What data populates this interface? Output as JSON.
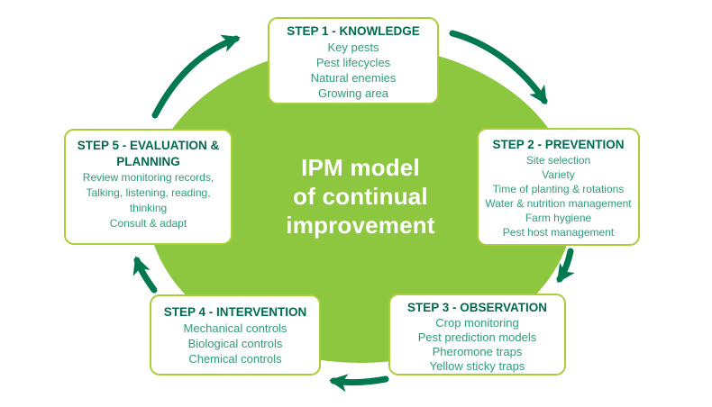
{
  "diagram": {
    "center": {
      "lines": [
        "IPM model",
        "of continual",
        "improvement"
      ]
    },
    "steps": [
      {
        "title": "STEP 1 - KNOWLEDGE",
        "items": [
          "Key pests",
          "Pest lifecycles",
          "Natural enemies",
          "Growing area"
        ]
      },
      {
        "title": "STEP 2 - PREVENTION",
        "items": [
          "Site selection",
          "Variety",
          "Time of planting & rotations",
          "Water & nutrition management",
          "Farm hygiene",
          "Pest host management"
        ]
      },
      {
        "title": "STEP 3 - OBSERVATION",
        "items": [
          "Crop monitoring",
          "Pest prediction models",
          "Pheromone traps",
          "Yellow sticky traps"
        ]
      },
      {
        "title": "STEP 4 - INTERVENTION",
        "items": [
          "Mechanical controls",
          "Biological controls",
          "Chemical controls"
        ]
      },
      {
        "title": "STEP 5 - EVALUATION & PLANNING",
        "items": [
          "Review monitoring records,",
          "Talking, listening, reading, thinking",
          "Consult & adapt"
        ]
      }
    ],
    "colors": {
      "circle_fill": "#8DC63F",
      "box_border": "#A9CE38",
      "step_title": "#006B4F",
      "step_body": "#2F9C7D",
      "arrow": "#00794F",
      "center_text": "#FFFFFF",
      "background": "#FFFFFF"
    }
  }
}
